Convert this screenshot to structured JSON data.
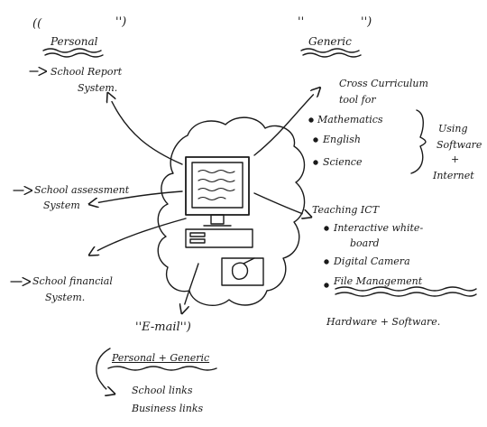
{
  "personal": {
    "open_quote": "((",
    "title": "Personal",
    "close_quote": "'')",
    "item_line1": "School Report",
    "item_line2": "System."
  },
  "generic": {
    "open_quote": "''",
    "title": "Generic",
    "close_quote": "'')",
    "heading_line1": "Cross Curriculum",
    "heading_line2": "tool for",
    "subjects": [
      "Mathematics",
      "English",
      "Science"
    ],
    "using_line1": "Using",
    "using_line2": "Software",
    "using_line3": "+",
    "using_line4": "Internet"
  },
  "assessment": {
    "line1": "School assessment",
    "line2": "System"
  },
  "financial": {
    "line1": "School financial",
    "line2": "System."
  },
  "teaching": {
    "heading": "Teaching ICT",
    "item1_line1": "Interactive white-",
    "item1_line2": "board",
    "item2": "Digital Camera",
    "item3": "File Management",
    "footer": "Hardware + Software."
  },
  "email": {
    "title": "''E-mail'')",
    "subtitle": "Personal + Generic",
    "link1": "School links",
    "link2": "Business links"
  },
  "colors": {
    "ink": "#1a1a1a",
    "paper": "#ffffff"
  }
}
